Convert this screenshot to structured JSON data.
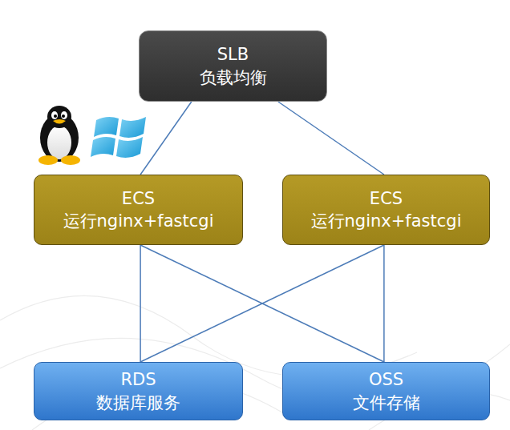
{
  "diagram": {
    "nodes": [
      {
        "text": [
          "SLB",
          "负载均衡"
        ]
      },
      {
        "text": [
          "ECS",
          "运行nginx+fastcgi"
        ]
      },
      {
        "text": [
          "ECS",
          "运行nginx+fastcgi"
        ]
      },
      {
        "text": [
          "RDS",
          "数据库服务"
        ]
      },
      {
        "text": [
          "OSS",
          "文件存储"
        ]
      }
    ],
    "edges": [
      {
        "from": 0,
        "to": 1,
        "arrow": "none"
      },
      {
        "from": 0,
        "to": 2,
        "arrow": "none"
      },
      {
        "from": 1,
        "to": 3,
        "arrow": "none"
      },
      {
        "from": 1,
        "to": 4,
        "arrow": "none"
      },
      {
        "from": 2,
        "to": 3,
        "arrow": "none"
      },
      {
        "from": 2,
        "to": 4,
        "arrow": "none"
      }
    ]
  }
}
